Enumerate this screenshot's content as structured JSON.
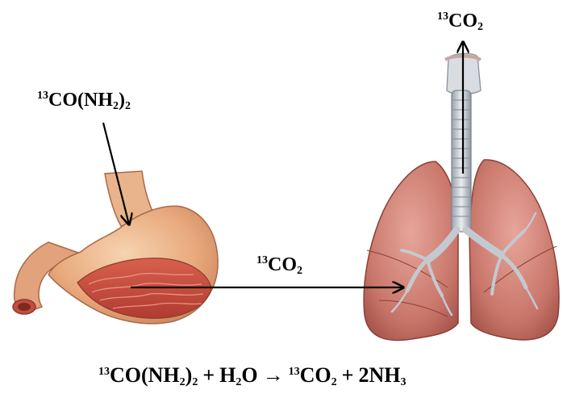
{
  "labels": {
    "urea": {
      "iso": "13",
      "base": "CO(NH",
      "sub": "2",
      "close": ")",
      "sub2": "2"
    },
    "co2_exhaled": {
      "iso": "13",
      "base": "CO",
      "sub": "2"
    },
    "co2_transport": {
      "iso": "13",
      "base": "CO",
      "sub": "2"
    }
  },
  "equation": {
    "iso1": "13",
    "t1": "CO(NH",
    "s1": "2",
    "t1b": ")",
    "s1b": "2",
    "plus1": "+",
    "t2": "H",
    "s2": "2",
    "t2b": "O",
    "arrow": "→",
    "iso3": "13",
    "t3": "CO",
    "s3": "2",
    "plus2": "+",
    "t4": "2NH",
    "s4": "3"
  }
}
